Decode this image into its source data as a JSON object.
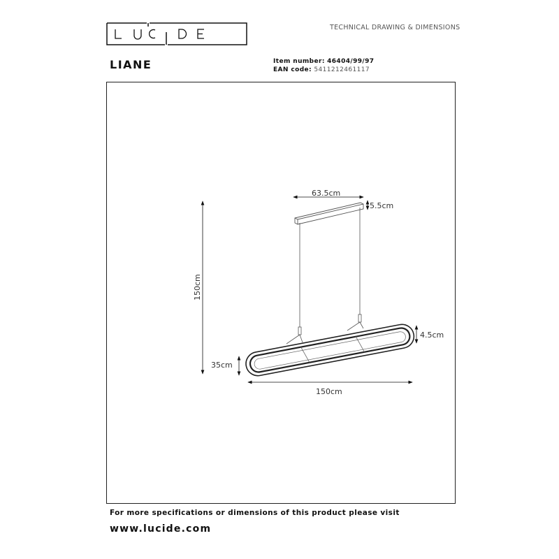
{
  "header": {
    "logo_text": "LUCIDE",
    "subtitle": "TECHNICAL DRAWING & DIMENSIONS",
    "product_name": "LIANE",
    "item_label": "Item number:",
    "item_value": "46404/99/97",
    "ean_label": "EAN code:",
    "ean_value": "5411212461117"
  },
  "dimensions": {
    "canopy_width": "63.5cm",
    "canopy_height": "5.5cm",
    "total_height": "150cm",
    "ring_height": "4.5cm",
    "ring_depth": "35cm",
    "ring_length": "150cm"
  },
  "footer": {
    "info": "For more specifications or dimensions of this product please visit",
    "url": "www.lucide.com"
  }
}
